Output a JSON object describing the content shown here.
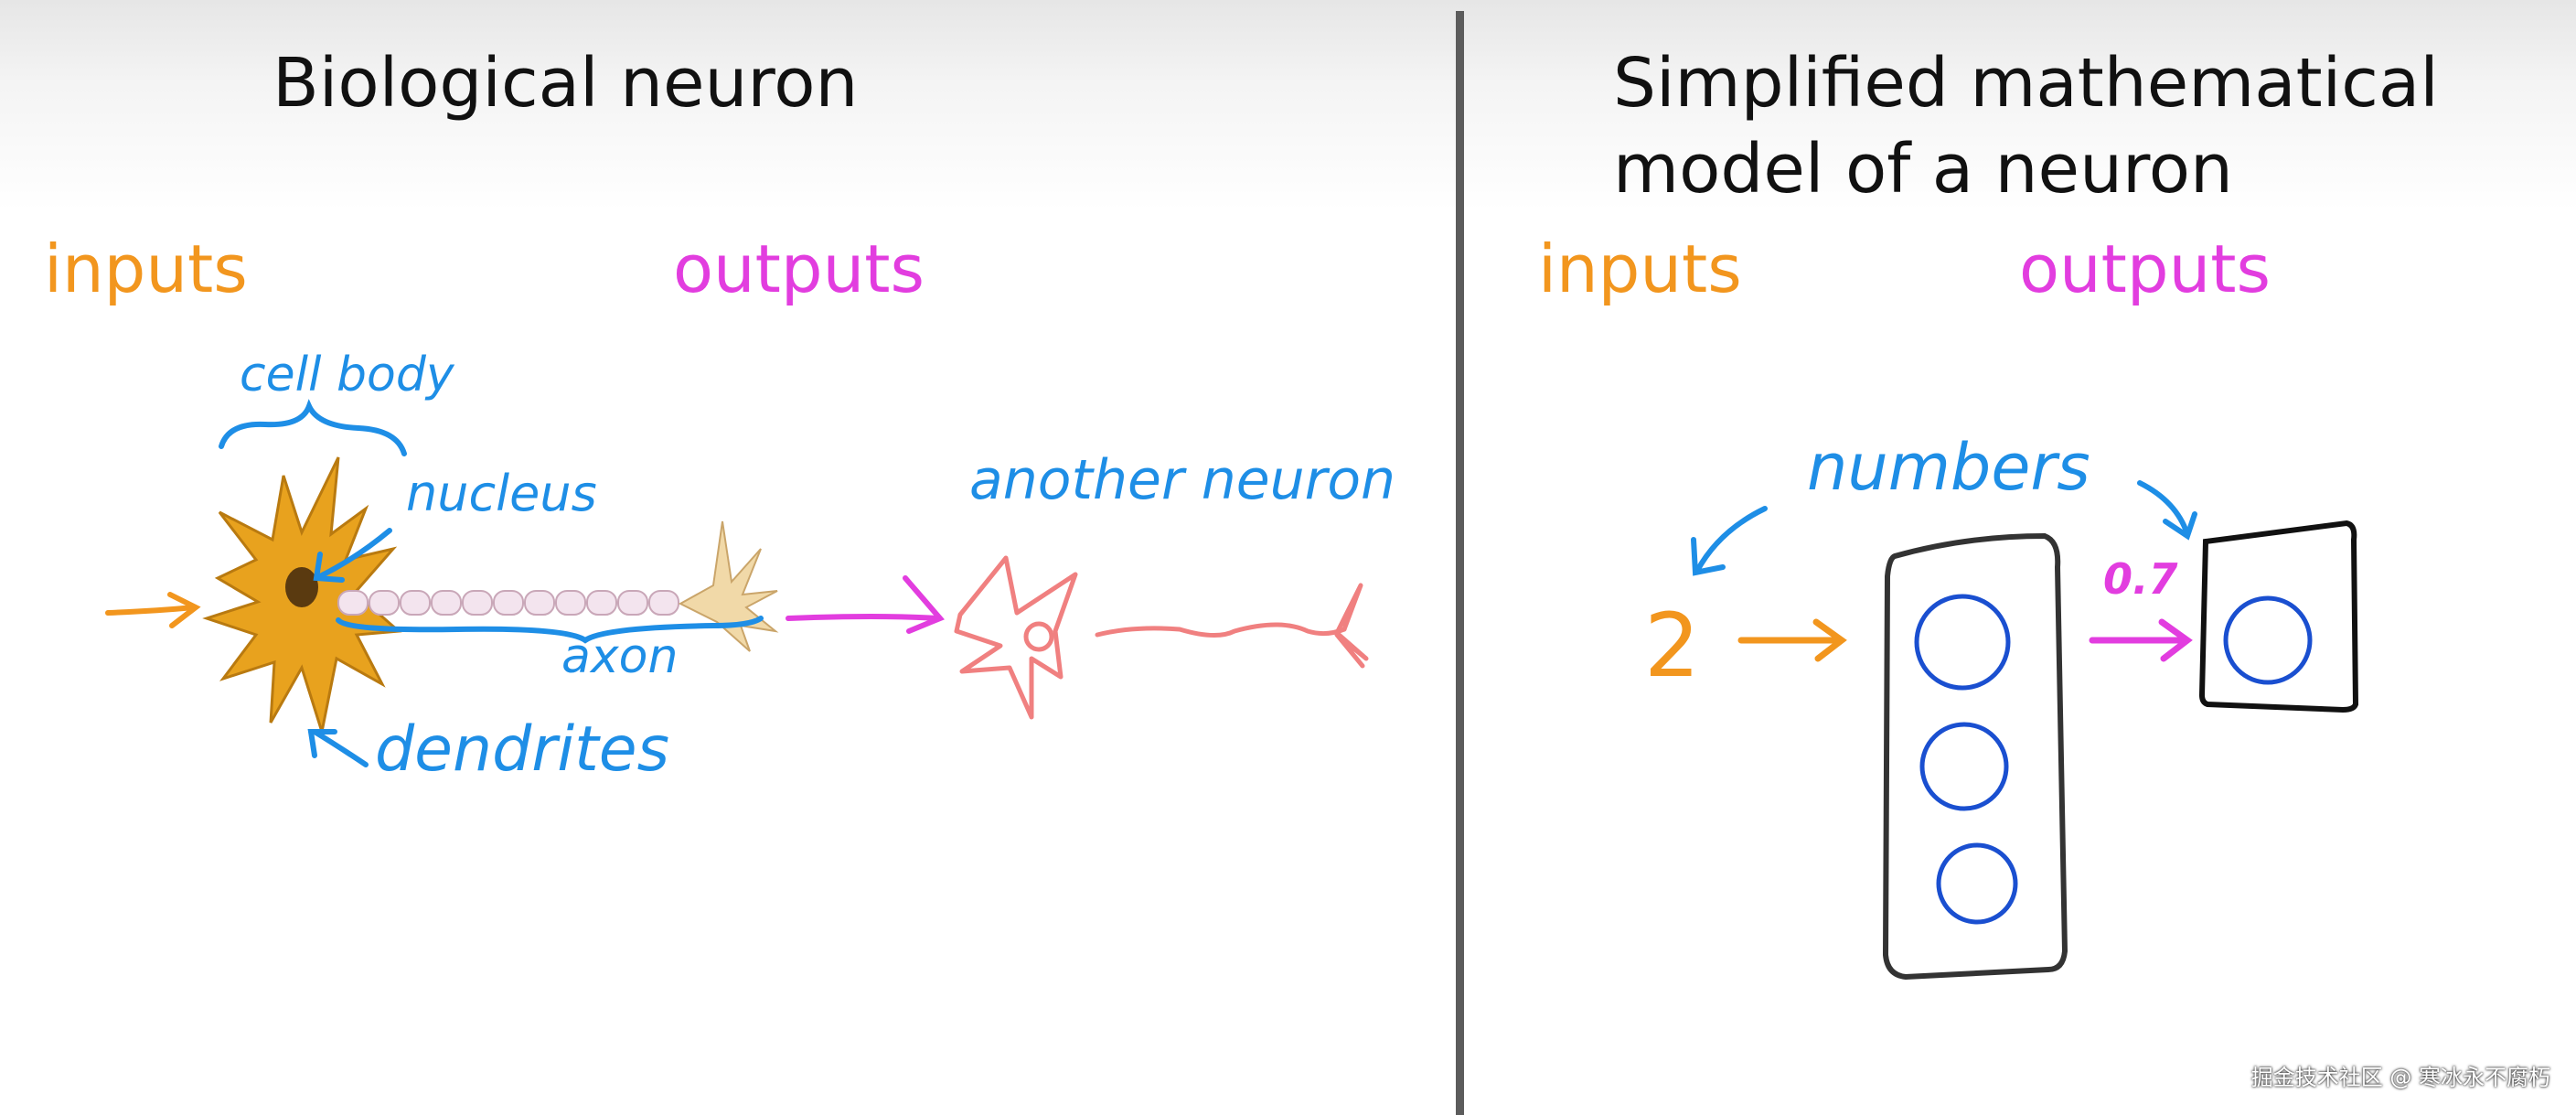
{
  "left_panel": {
    "title": "Biological neuron",
    "inputs_label": "inputs",
    "outputs_label": "outputs",
    "annotations": {
      "cell_body": "cell body",
      "nucleus": "nucleus",
      "axon": "axon",
      "dendrites": "dendrites",
      "another_neuron": "another neuron"
    }
  },
  "right_panel": {
    "title_line1": "Simplified mathematical",
    "title_line2": "model of a neuron",
    "inputs_label": "inputs",
    "outputs_label": "outputs",
    "numbers_annotation": "numbers",
    "input_value": "2",
    "output_value": "0.7"
  },
  "watermark": "掘金技术社区 @ 寒冰永不腐朽",
  "colors": {
    "inputs": "#f2961e",
    "outputs": "#e23ddf",
    "annotation": "#1e8ee6",
    "neuron_sketch": "#f08080",
    "node_circle": "#1a4fd0",
    "box": "#333333"
  }
}
